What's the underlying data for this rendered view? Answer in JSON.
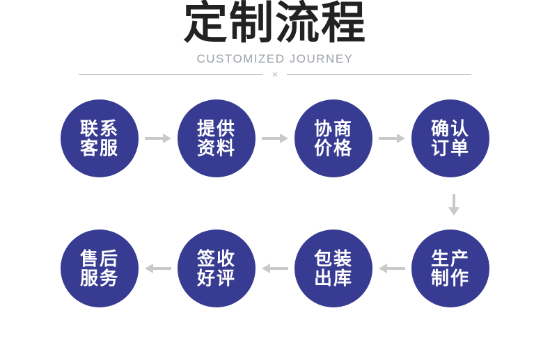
{
  "header": {
    "title": "定制流程",
    "subtitle": "CUSTOMIZED JOURNEY",
    "divider_mark": "×"
  },
  "steps": [
    {
      "line1": "联系",
      "line2": "客服"
    },
    {
      "line1": "提供",
      "line2": "资料"
    },
    {
      "line1": "协商",
      "line2": "价格"
    },
    {
      "line1": "确认",
      "line2": "订单"
    },
    {
      "line1": "生产",
      "line2": "制作"
    },
    {
      "line1": "包装",
      "line2": "出库"
    },
    {
      "line1": "签收",
      "line2": "好评"
    },
    {
      "line1": "售后",
      "line2": "服务"
    }
  ],
  "flow": {
    "row1_direction": "right",
    "row_transition": "down",
    "row2_direction": "left"
  },
  "icons": {
    "row1_connectors": "arrow-right-icon",
    "transition_connector": "arrow-down-icon",
    "row2_connectors": "arrow-left-icon"
  },
  "colors": {
    "background": "#ffffff",
    "circle_fill": "#373c92",
    "circle_text": "#ffffff",
    "arrow": "#c9c9c9",
    "title_text": "#222222",
    "subtitle_text": "#9ba1a9",
    "divider_line": "#a8a8a8"
  }
}
